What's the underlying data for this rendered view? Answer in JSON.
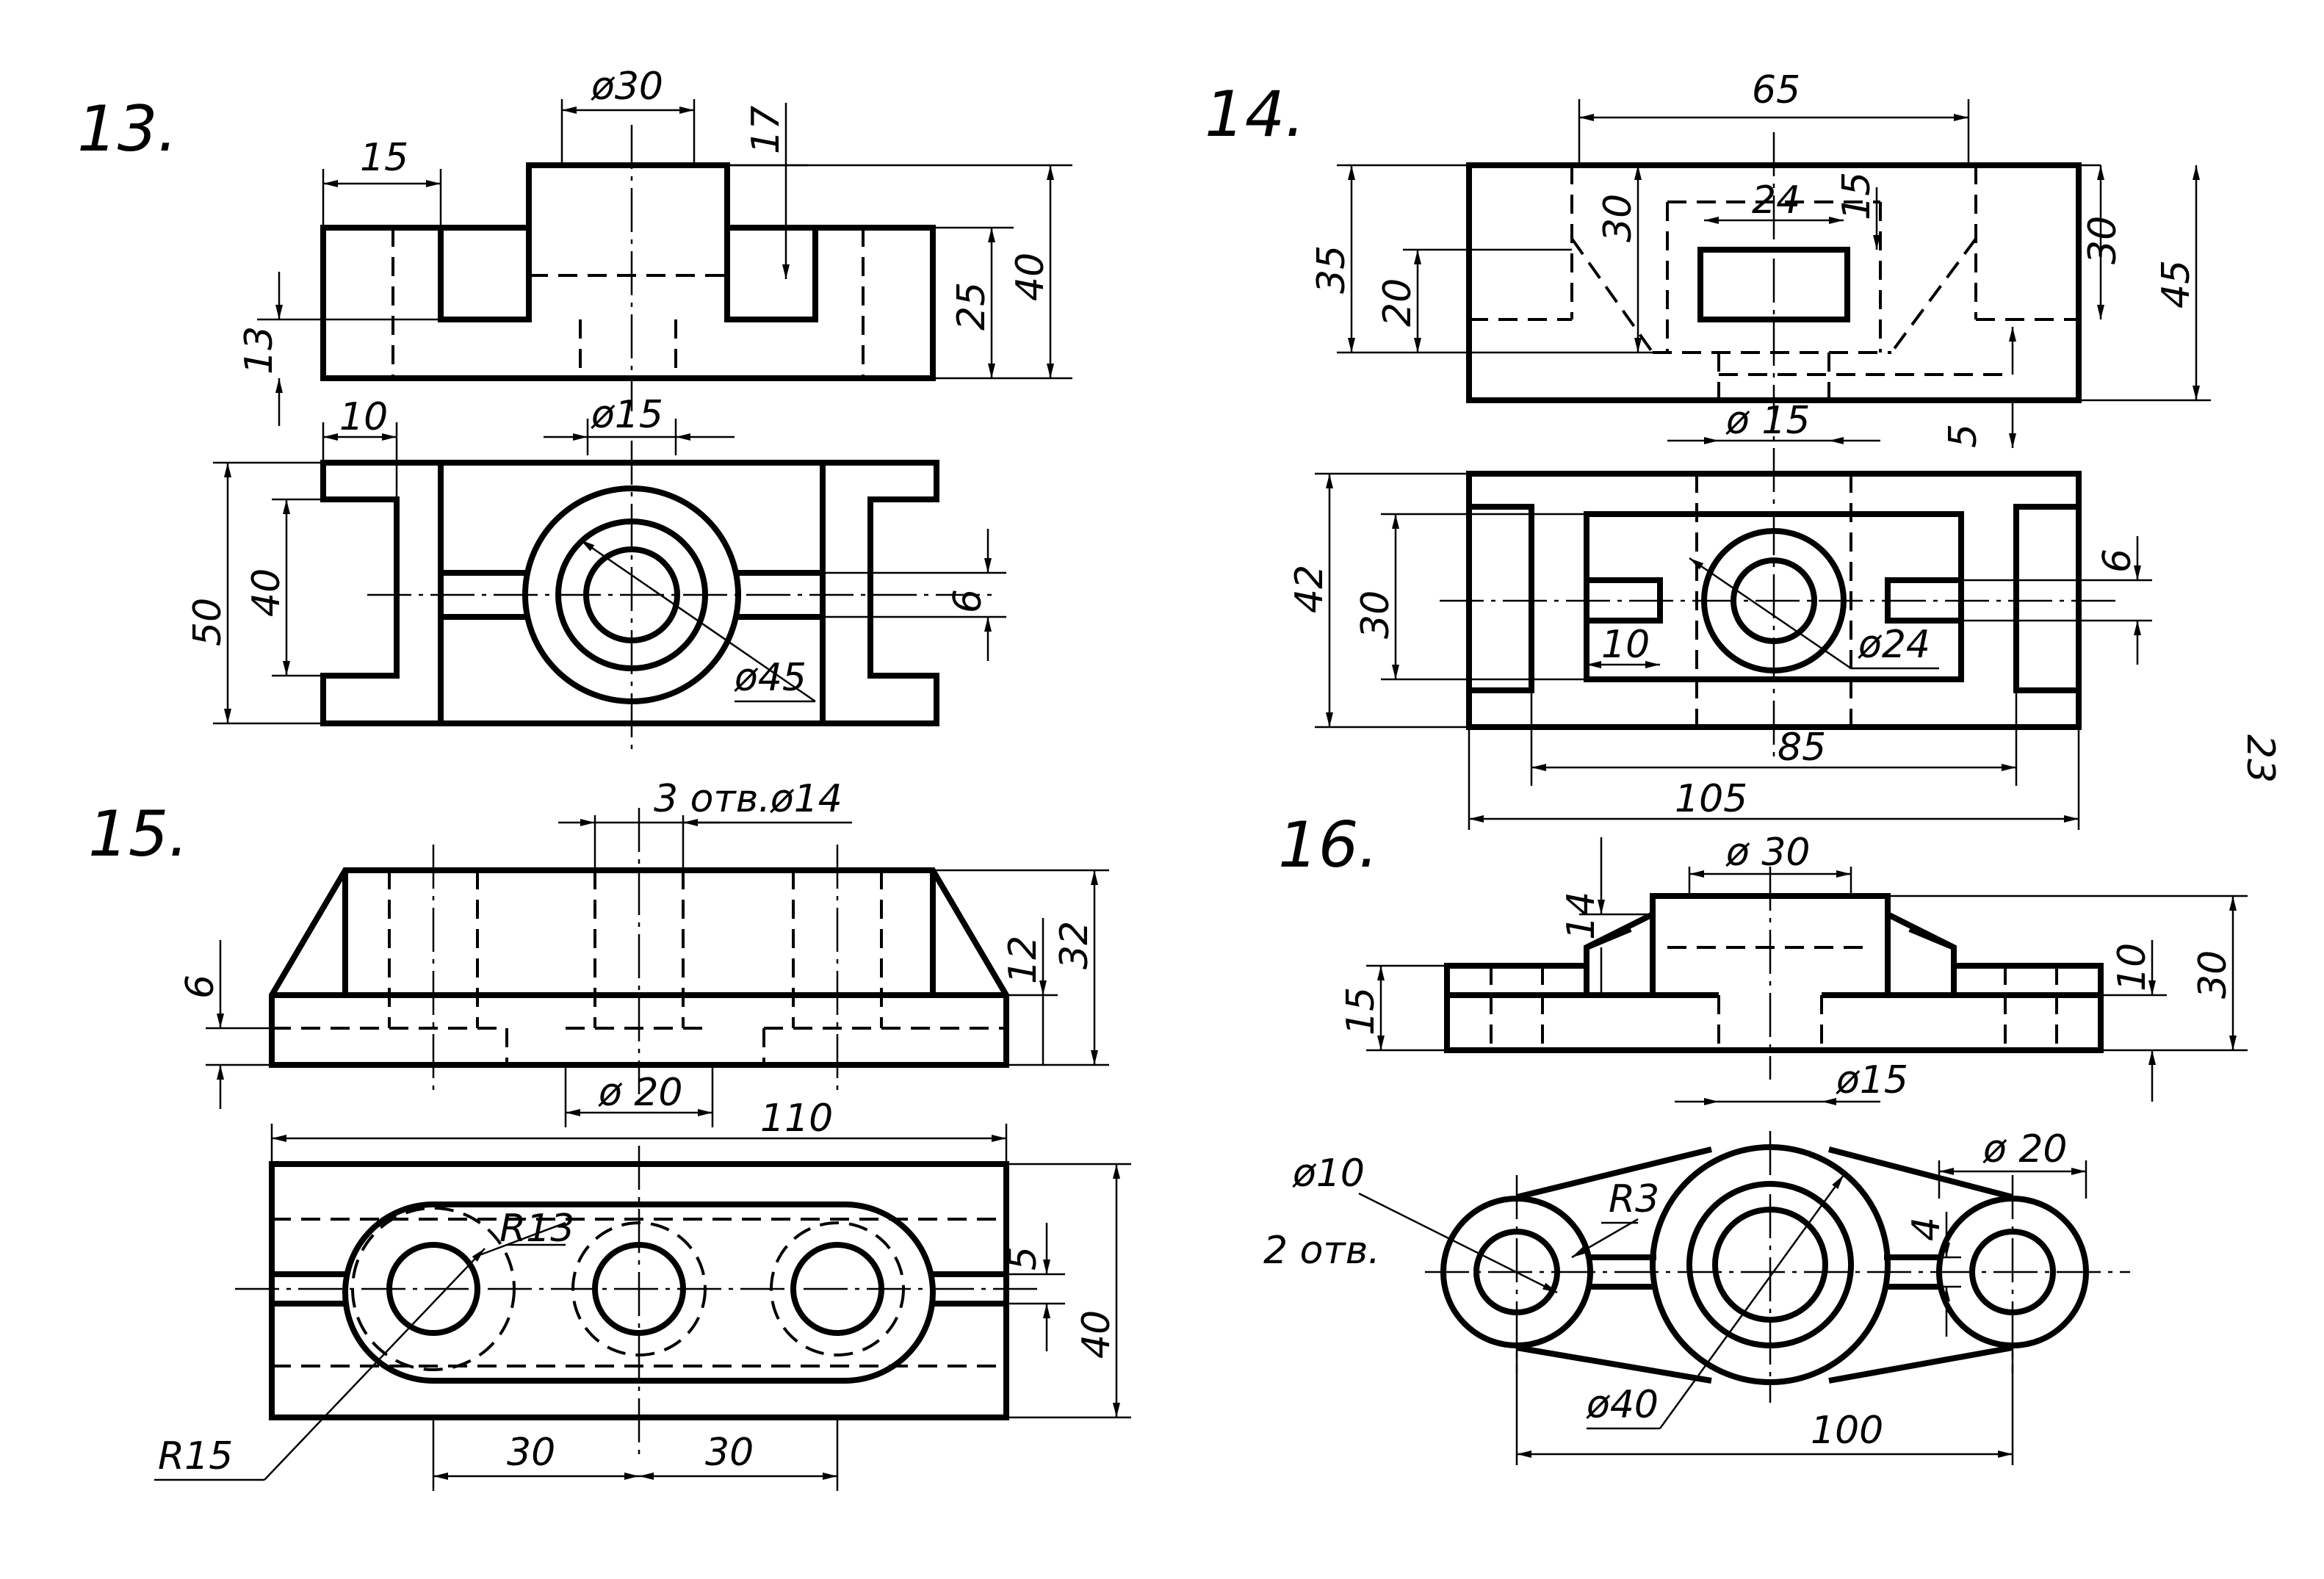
{
  "sheet": {
    "page_number": "23"
  },
  "figures": [
    {
      "number": "13.",
      "dims": [
        "15",
        "ø30",
        "17",
        "40",
        "25",
        "13",
        "10",
        "ø15",
        "50",
        "40",
        "6",
        "ø45"
      ]
    },
    {
      "number": "14.",
      "dims": [
        "65",
        "24",
        "15",
        "35",
        "20",
        "30",
        "30",
        "45",
        "5",
        "ø 15",
        "42",
        "30",
        "10",
        "6",
        "ø24",
        "85",
        "105"
      ]
    },
    {
      "number": "15.",
      "dims": [
        "3 отв.ø14",
        "6",
        "12",
        "32",
        "ø 20",
        "110",
        "R13",
        "5",
        "40",
        "R15",
        "30",
        "30"
      ]
    },
    {
      "number": "16.",
      "dims": [
        "ø 30",
        "14",
        "15",
        "10",
        "30",
        "ø15",
        "ø 20",
        "ø10",
        "2 отв.",
        "R3",
        "4",
        "ø40",
        "100"
      ]
    }
  ]
}
